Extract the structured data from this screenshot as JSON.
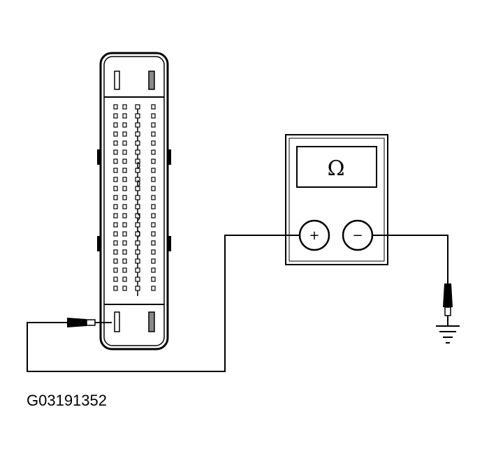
{
  "figure_id": "G03191352",
  "meter": {
    "display_symbol": "Ω",
    "positive_terminal": "+",
    "negative_terminal": "−"
  },
  "icons": {
    "connector": "multi-pin-connector",
    "meter": "ohmmeter",
    "ground": "ground-symbol",
    "probe": "probe-tip"
  },
  "colors": {
    "line": "#000000",
    "background": "#ffffff",
    "display_border": "#000000"
  }
}
